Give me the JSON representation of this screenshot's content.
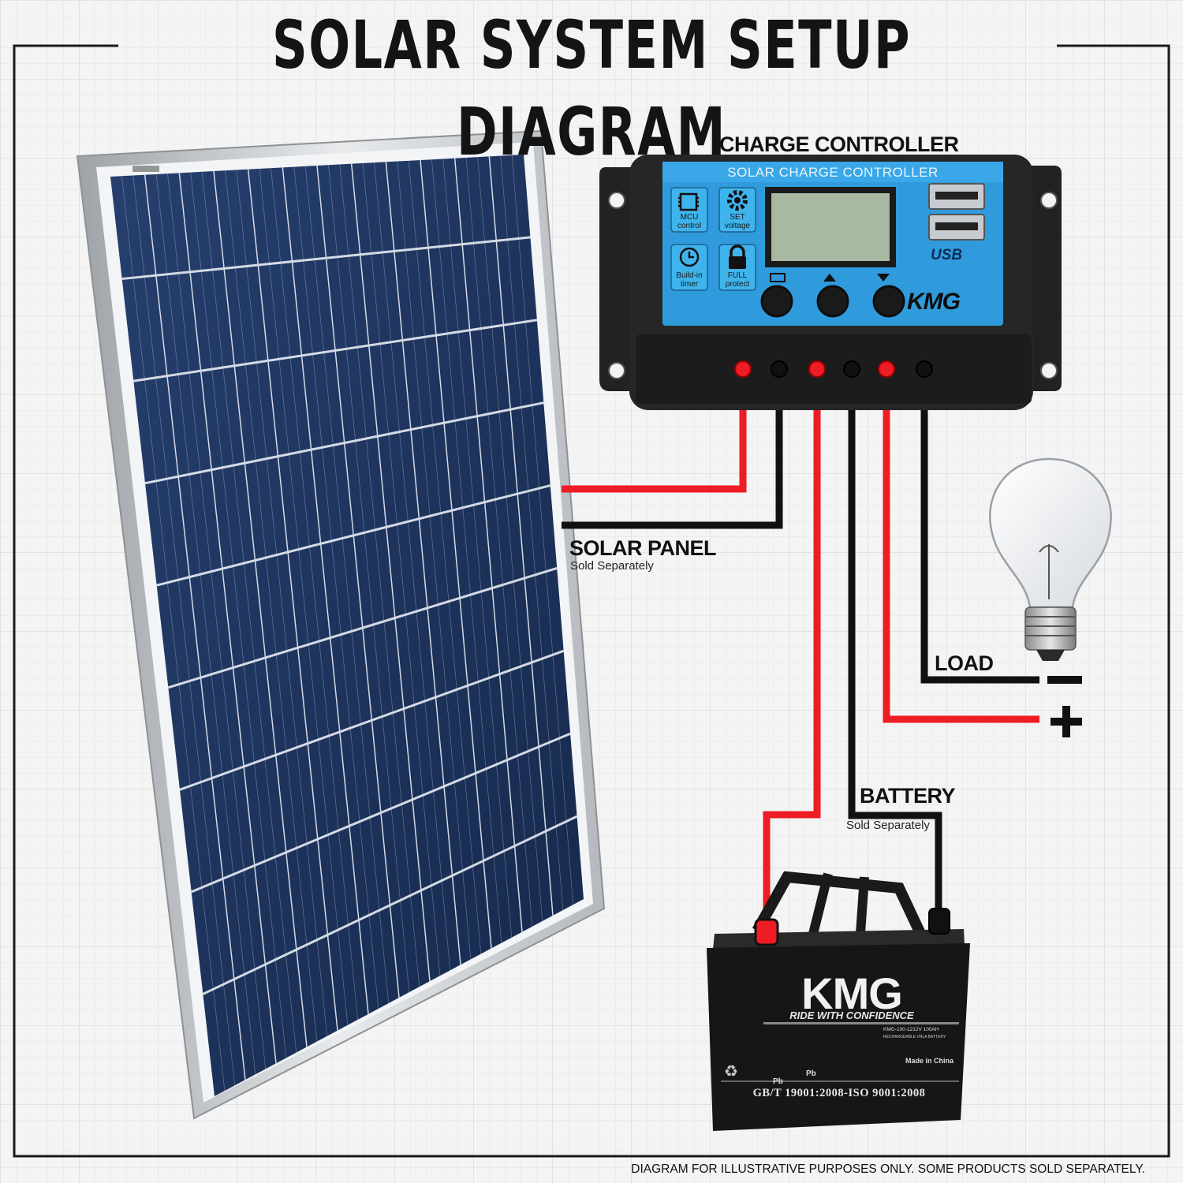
{
  "title": "SOLAR SYSTEM SETUP DIAGRAM",
  "footer": "DIAGRAM FOR ILLUSTRATIVE PURPOSES ONLY. SOME PRODUCTS SOLD SEPARATELY.",
  "labels": {
    "charge_controller": "CHARGE CONTROLLER",
    "solar_panel": "SOLAR PANEL",
    "solar_panel_sub": "Sold Separately",
    "load": "LOAD",
    "battery": "BATTERY",
    "battery_sub": "Sold Separately",
    "load_minus": "−",
    "load_plus": "+"
  },
  "controller": {
    "header": "SOLAR CHARGE CONTROLLER",
    "brand": "KMG",
    "usb": "USB",
    "features": [
      {
        "line1": "MCU",
        "line2": "control",
        "icon": "chip-icon"
      },
      {
        "line1": "SET",
        "line2": "voltage",
        "icon": "gear-icon"
      },
      {
        "line1": "Build-in",
        "line2": "timer",
        "icon": "clock-icon"
      },
      {
        "line1": "FULL",
        "line2": "protect",
        "icon": "lock-icon"
      }
    ]
  },
  "battery": {
    "brand": "KMG",
    "tagline": "RIDE WITH CONFIDENCE",
    "model": "KMG-100-1212V 100AH",
    "sub": "RECHARGEABLE VRLA BATTERY",
    "origin": "Made in China",
    "standards": "GB/T 19001:2008-ISO 9001:2008",
    "pb": "Pb"
  },
  "colors": {
    "positive_wire": "#ee1c25",
    "negative_wire": "#111111",
    "controller_face": "#2f9bdc",
    "panel_cell": "#1d3460"
  }
}
